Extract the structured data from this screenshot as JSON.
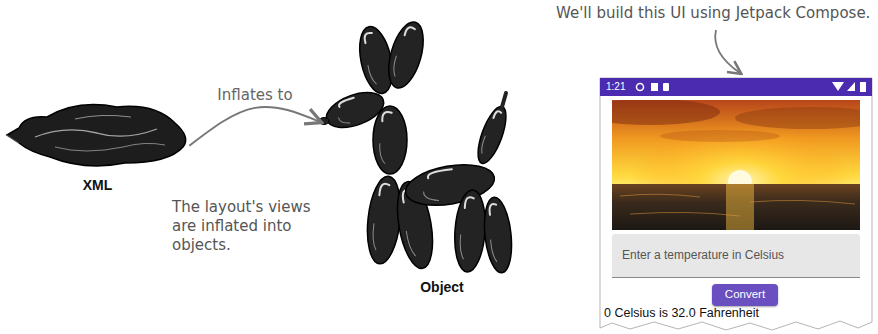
{
  "diagram": {
    "nodes": [
      {
        "text": [
          "XML"
        ]
      },
      {
        "text": [
          "Object"
        ]
      },
      {
        "text": [
          "1:21",
          "0 Celsius is 32.0 Fahrenheit"
        ]
      },
      {
        "text": [
          "Enter a temperature in Celsius"
        ],
        "in": 2
      },
      {
        "text": [
          "Convert"
        ],
        "in": 2
      }
    ],
    "edges": [
      {
        "from": 0,
        "to": 1,
        "arrow": "to",
        "label": "Inflates to"
      }
    ],
    "labels": [
      "We'll build this UI using Jetpack Compose.",
      "The layout's views are inflated into objects."
    ]
  }
}
